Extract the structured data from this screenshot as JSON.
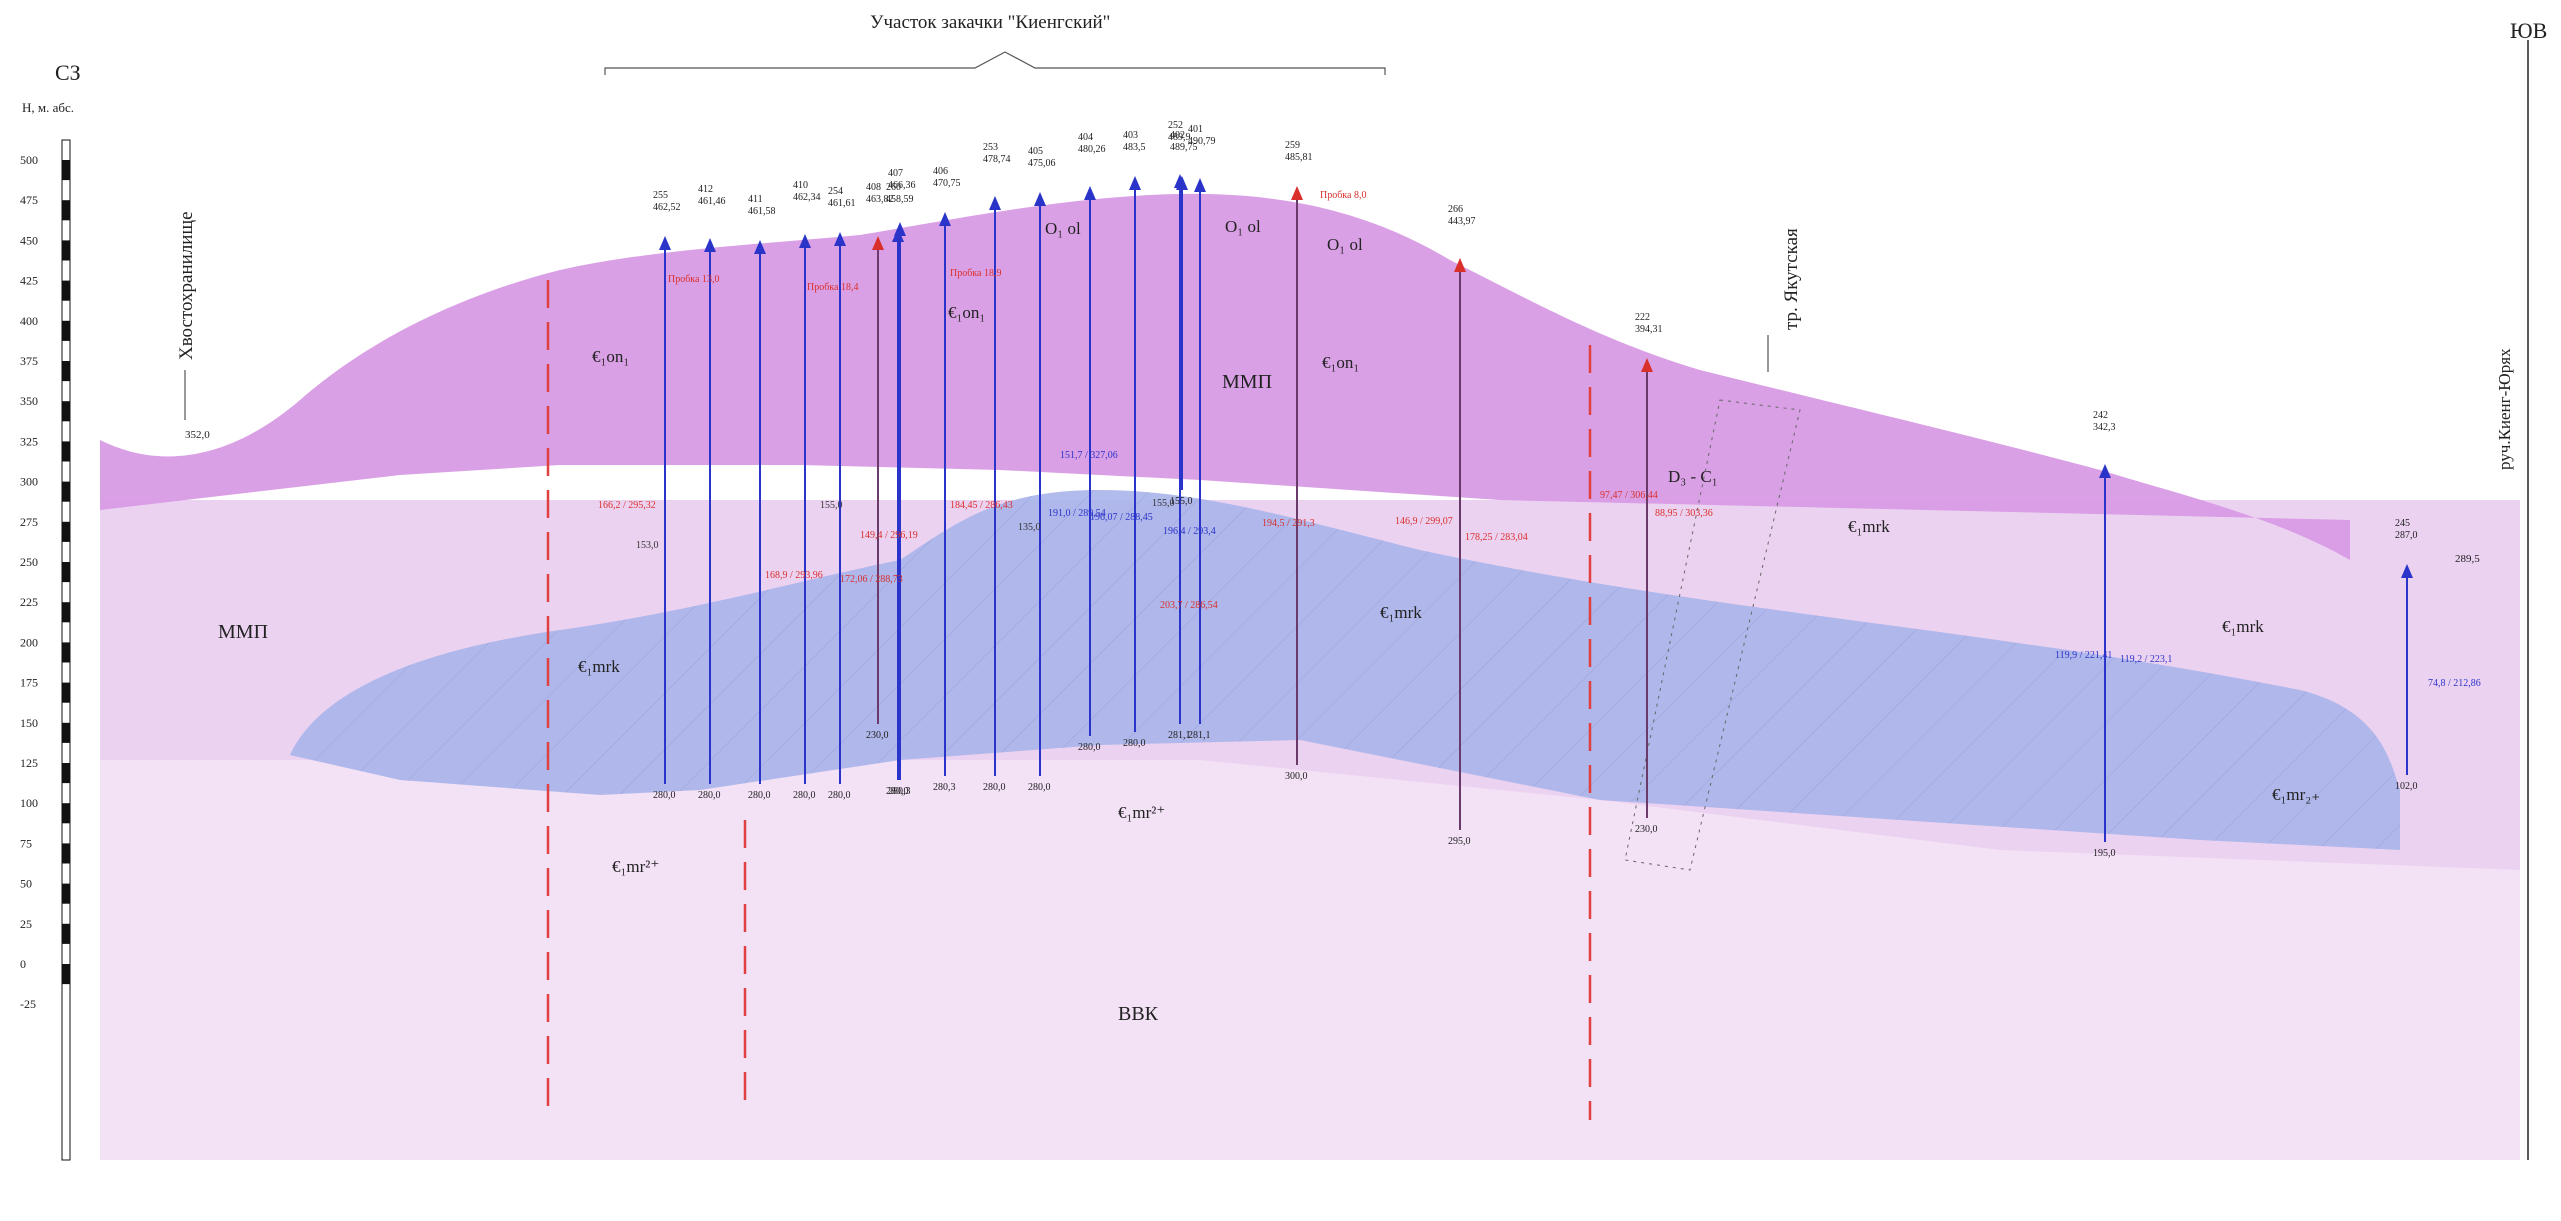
{
  "title": "Участок закачки \"Киенгский\"",
  "direction_left": "СЗ",
  "direction_right": "ЮВ",
  "axis_label": "Н, м. абс.",
  "ticks": [
    "500",
    "475",
    "450",
    "425",
    "400",
    "375",
    "350",
    "325",
    "300",
    "275",
    "250",
    "225",
    "200",
    "175",
    "150",
    "125",
    "100",
    "75",
    "50",
    "25",
    "0",
    "-25"
  ],
  "places": {
    "tailings": "Хвостохранилище",
    "tailings_elev": "352,0",
    "yakutskaya": "тр. Якутская",
    "creek": "руч.Киенг-Юрях",
    "creek_elev": "289,5"
  },
  "units": {
    "mmp_left": "ММП",
    "mmp_top": "ММП",
    "vvk": "ВВК",
    "e_on_left": "€₁on₁",
    "e_on_mid": "€₁on₁",
    "e_on_right": "€₁on₁",
    "o_ol_1": "O₁ ol",
    "o_ol_2": "O₁ ol",
    "o_ol_3": "O₁ ol",
    "e_mrk_left": "€₁mrk",
    "e_mrk_mid": "€₁mrk",
    "e_mrk_right1": "€₁mrk",
    "e_mrk_right2": "€₁mrk",
    "e_mr_left": "€₁mr²⁺",
    "e_mr_mid": "€₁mr²⁺",
    "e_mr_right": "€₁mr₂₊",
    "d_c": "D₃ - C₁"
  },
  "wells": [
    {
      "id": "255",
      "elev": "462,52",
      "depth": "280,0"
    },
    {
      "id": "412",
      "elev": "461,46",
      "depth": "280,0"
    },
    {
      "id": "411",
      "elev": "461,58",
      "depth": "280,0"
    },
    {
      "id": "410",
      "elev": "462,34",
      "depth": "280,0"
    },
    {
      "id": "254",
      "elev": "461,61",
      "depth": "280,0"
    },
    {
      "id": "408",
      "elev": "463,82",
      "depth": "230,0"
    },
    {
      "id": "260",
      "elev": "458,59",
      "depth": "280,0"
    },
    {
      "id": "407",
      "elev": "466,36",
      "depth": "280,3"
    },
    {
      "id": "406",
      "elev": "470,75",
      "depth": "280,3"
    },
    {
      "id": "253",
      "elev": "478,74",
      "depth": "280,0"
    },
    {
      "id": "405",
      "elev": "475,06",
      "depth": "280,0"
    },
    {
      "id": "404",
      "elev": "480,26",
      "depth": "280,0"
    },
    {
      "id": "403",
      "elev": "483,5",
      "depth": "280,0"
    },
    {
      "id": "252",
      "elev": "489,9",
      "depth": "281,1"
    },
    {
      "id": "402",
      "elev": "489,75",
      "depth": "155,0"
    },
    {
      "id": "401",
      "elev": "490,79",
      "depth": "281,1"
    },
    {
      "id": "259",
      "elev": "485,81",
      "depth": "300,0"
    },
    {
      "id": "266",
      "elev": "443,97",
      "depth": "295,0"
    },
    {
      "id": "222",
      "elev": "394,31",
      "depth": "230,0"
    },
    {
      "id": "242",
      "elev": "342,3",
      "depth": "195,0"
    },
    {
      "id": "245",
      "elev": "287,0",
      "depth": "102,0"
    }
  ],
  "probe_labels": [
    "Пробка 13,0",
    "Пробка 18,4",
    "Пробка 18,9",
    "Пробка 8,0"
  ],
  "depth_marks": [
    "153,0",
    "155,0",
    "135,0",
    "155,0"
  ],
  "interval_labels": {
    "a": "166,2 / 295,32",
    "b": "168,9 / 293,96",
    "c": "149,4 / 296,19",
    "d": "172,06 / 288,73",
    "e": "184,45 / 286,43",
    "f": "151,7 / 327,06",
    "g": "191,0 / 289,54",
    "h": "196,07 / 288,45",
    "i": "196,4 / 293,4",
    "j": "203,7 / 286,54",
    "k": "194,5 / 291,3",
    "l": "146,9 / 299,07",
    "m": "178,25 / 283,04",
    "n": "97,47 / 306,44",
    "o": "88,95 / 303,36",
    "p": "119,9 / 221,41",
    "q": "119,2 / 223,1",
    "r": "74,8 / 212,86"
  },
  "colors": {
    "mmp": "#d9a3e6",
    "mmp_light": "#efd6f3",
    "mrk_blue": "#a8b4ea",
    "vvk": "#f2dff5",
    "well_blue": "#2b34c8",
    "well_red": "#d9302c"
  }
}
